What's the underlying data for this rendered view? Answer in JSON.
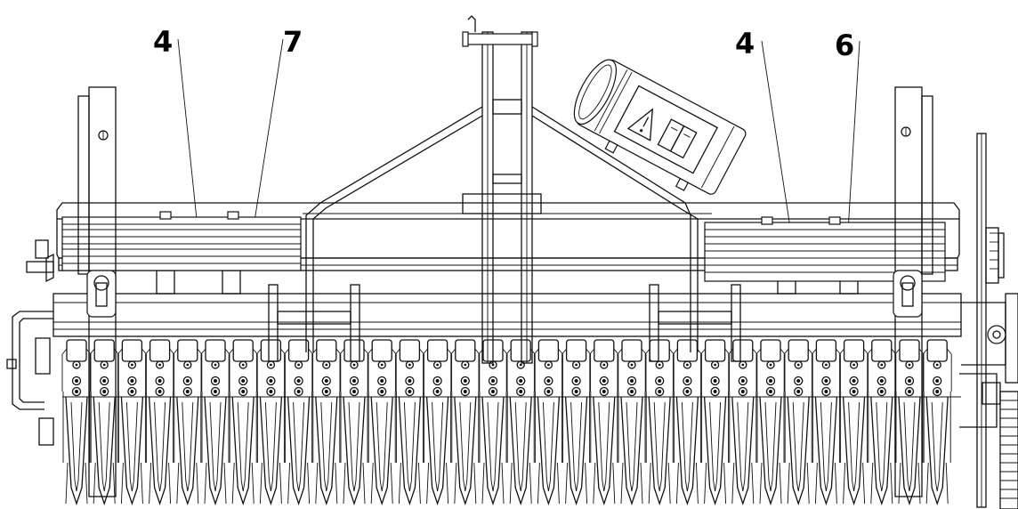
{
  "callouts": [
    {
      "id": "left-4",
      "number": "4"
    },
    {
      "id": "left-7",
      "number": "7"
    },
    {
      "id": "right-4",
      "number": "4"
    },
    {
      "id": "right-6",
      "number": "6"
    }
  ],
  "icons": {
    "warning": "warning-triangle-icon",
    "manual": "manual-book-icon"
  },
  "colors": {
    "line": "#111111",
    "background": "#ffffff"
  }
}
